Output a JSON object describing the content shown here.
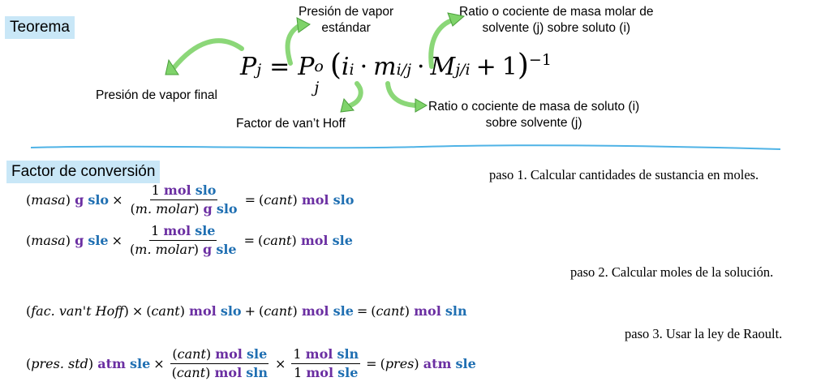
{
  "labels": {
    "teorema": "Teorema",
    "factor_conversion": "Factor de conversión"
  },
  "annotations": {
    "presion_vapor_std_l1": "Presión de vapor",
    "presion_vapor_std_l2": "estándar",
    "ratio_molar_l1": "Ratio o cociente de masa molar de",
    "ratio_molar_l2": "solvente (j)  sobre soluto (i)",
    "presion_final": "Presión de vapor final",
    "vant_hoff": "Factor de van’t Hoff",
    "ratio_masa_l1": "Ratio o cociente de masa de soluto (i)",
    "ratio_masa_l2": "sobre solvente (j)"
  },
  "steps": {
    "paso1": "paso 1. Calcular cantidades de sustancia en moles.",
    "paso2": "paso 2. Calcular moles de la solución.",
    "paso3": "paso 3. Usar la ley de Raoult."
  },
  "colors": {
    "purple": "#6b2fa2",
    "blue": "#1f6fb2",
    "highlight": "#c9e7f7",
    "arrow": "#7fd36a",
    "line": "#4fb3e6"
  }
}
